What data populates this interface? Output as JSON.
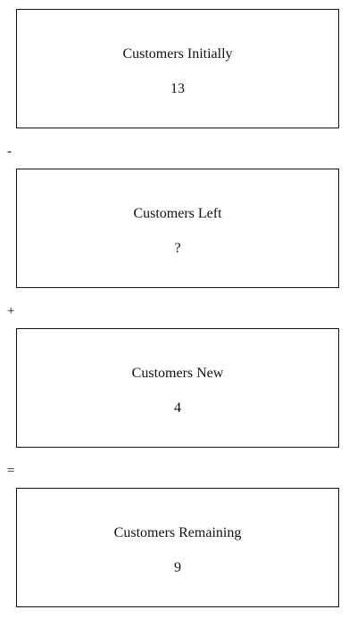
{
  "boxes": [
    {
      "label": "Customers Initially",
      "value": "13"
    },
    {
      "label": "Customers Left",
      "value": "?"
    },
    {
      "label": "Customers New",
      "value": "4"
    },
    {
      "label": "Customers Remaining",
      "value": "9"
    }
  ],
  "operators": [
    "-",
    "+",
    "="
  ]
}
